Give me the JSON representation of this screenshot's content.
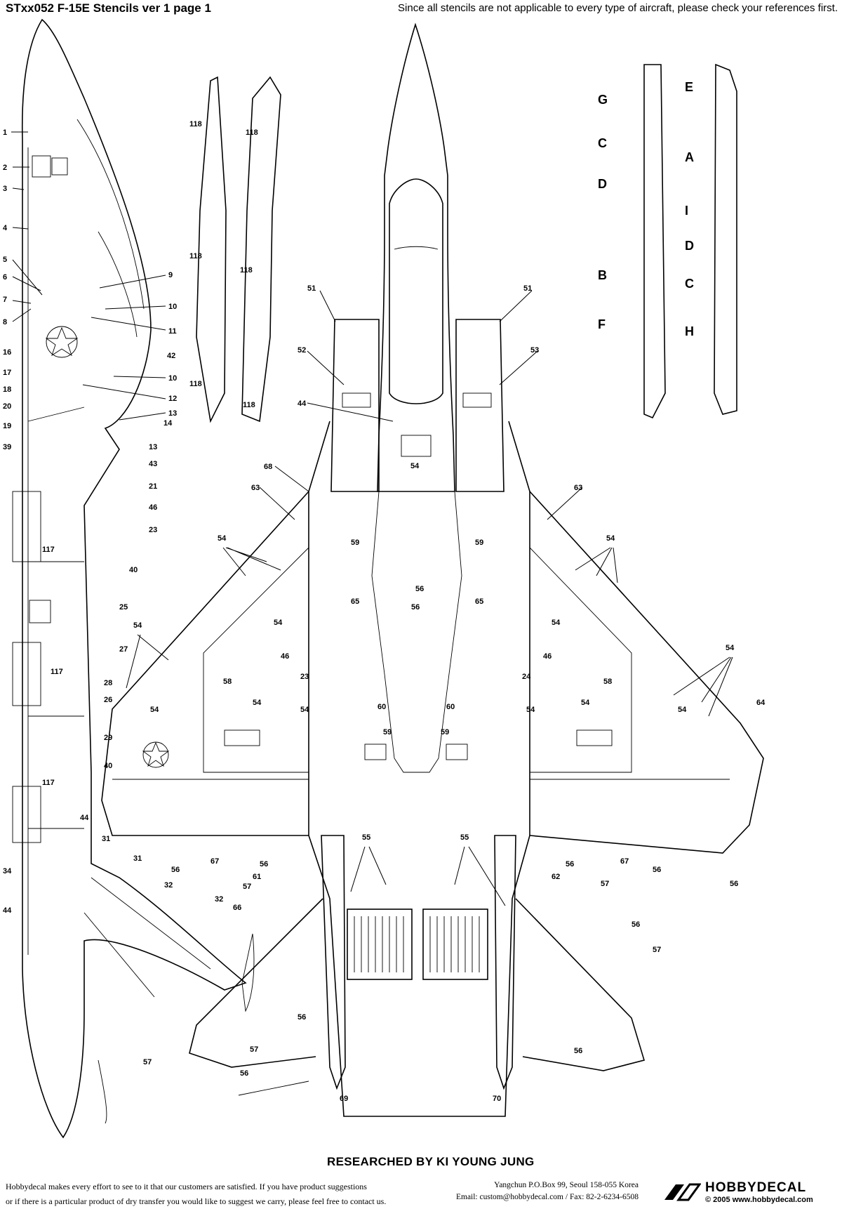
{
  "header": {
    "title": "STxx052 F-15E Stencils ver 1 page 1",
    "note": "Since all stencils are not applicable to every type of aircraft, please check your references first."
  },
  "side_view_labels": [
    "1",
    "2",
    "3",
    "4",
    "5",
    "6",
    "7",
    "8",
    "9",
    "10",
    "11",
    "42",
    "10",
    "12",
    "13",
    "14",
    "16",
    "17",
    "18",
    "20",
    "19",
    "39",
    "13",
    "43",
    "21",
    "46",
    "23",
    "117",
    "40",
    "25",
    "27",
    "117",
    "28",
    "26",
    "29",
    "40",
    "117",
    "44",
    "31",
    "31",
    "34",
    "32",
    "44",
    "32",
    "66"
  ],
  "store_letters": [
    "G",
    "C",
    "D",
    "B",
    "F",
    "E",
    "A",
    "I",
    "D",
    "C",
    "H"
  ],
  "pylon_labels": [
    "118",
    "118",
    "118",
    "118",
    "118",
    "118"
  ],
  "top_view_labels": [
    "51",
    "51",
    "52",
    "53",
    "44",
    "54",
    "68",
    "63",
    "63",
    "54",
    "54",
    "59",
    "59",
    "56",
    "65",
    "65",
    "56",
    "54",
    "54",
    "54",
    "54",
    "46",
    "46",
    "23",
    "24",
    "58",
    "58",
    "60",
    "60",
    "54",
    "54",
    "54",
    "54",
    "54",
    "54",
    "59",
    "59",
    "64",
    "56",
    "56",
    "67",
    "67",
    "56",
    "56",
    "56",
    "55",
    "55",
    "61",
    "62",
    "57",
    "57",
    "56",
    "56",
    "57",
    "57",
    "57",
    "56",
    "69",
    "70",
    "56"
  ],
  "credits": {
    "researched": "RESEARCHED BY KI YOUNG JUNG",
    "footer_line1": "Hobbydecal makes every effort to see to it that our customers are satisfied. If you have product suggestions",
    "footer_line2": "or if there is a particular product of dry transfer you would like to suggest we carry,  please feel free to contact us.",
    "address": "Yangchun P.O.Box 99, Seoul 158-055 Korea",
    "contact": "Email: custom@hobbydecal.com / Fax: 82-2-6234-6508",
    "brand": "HOBBYDECAL",
    "brand_line": "© 2005 www.hobbydecal.com"
  }
}
